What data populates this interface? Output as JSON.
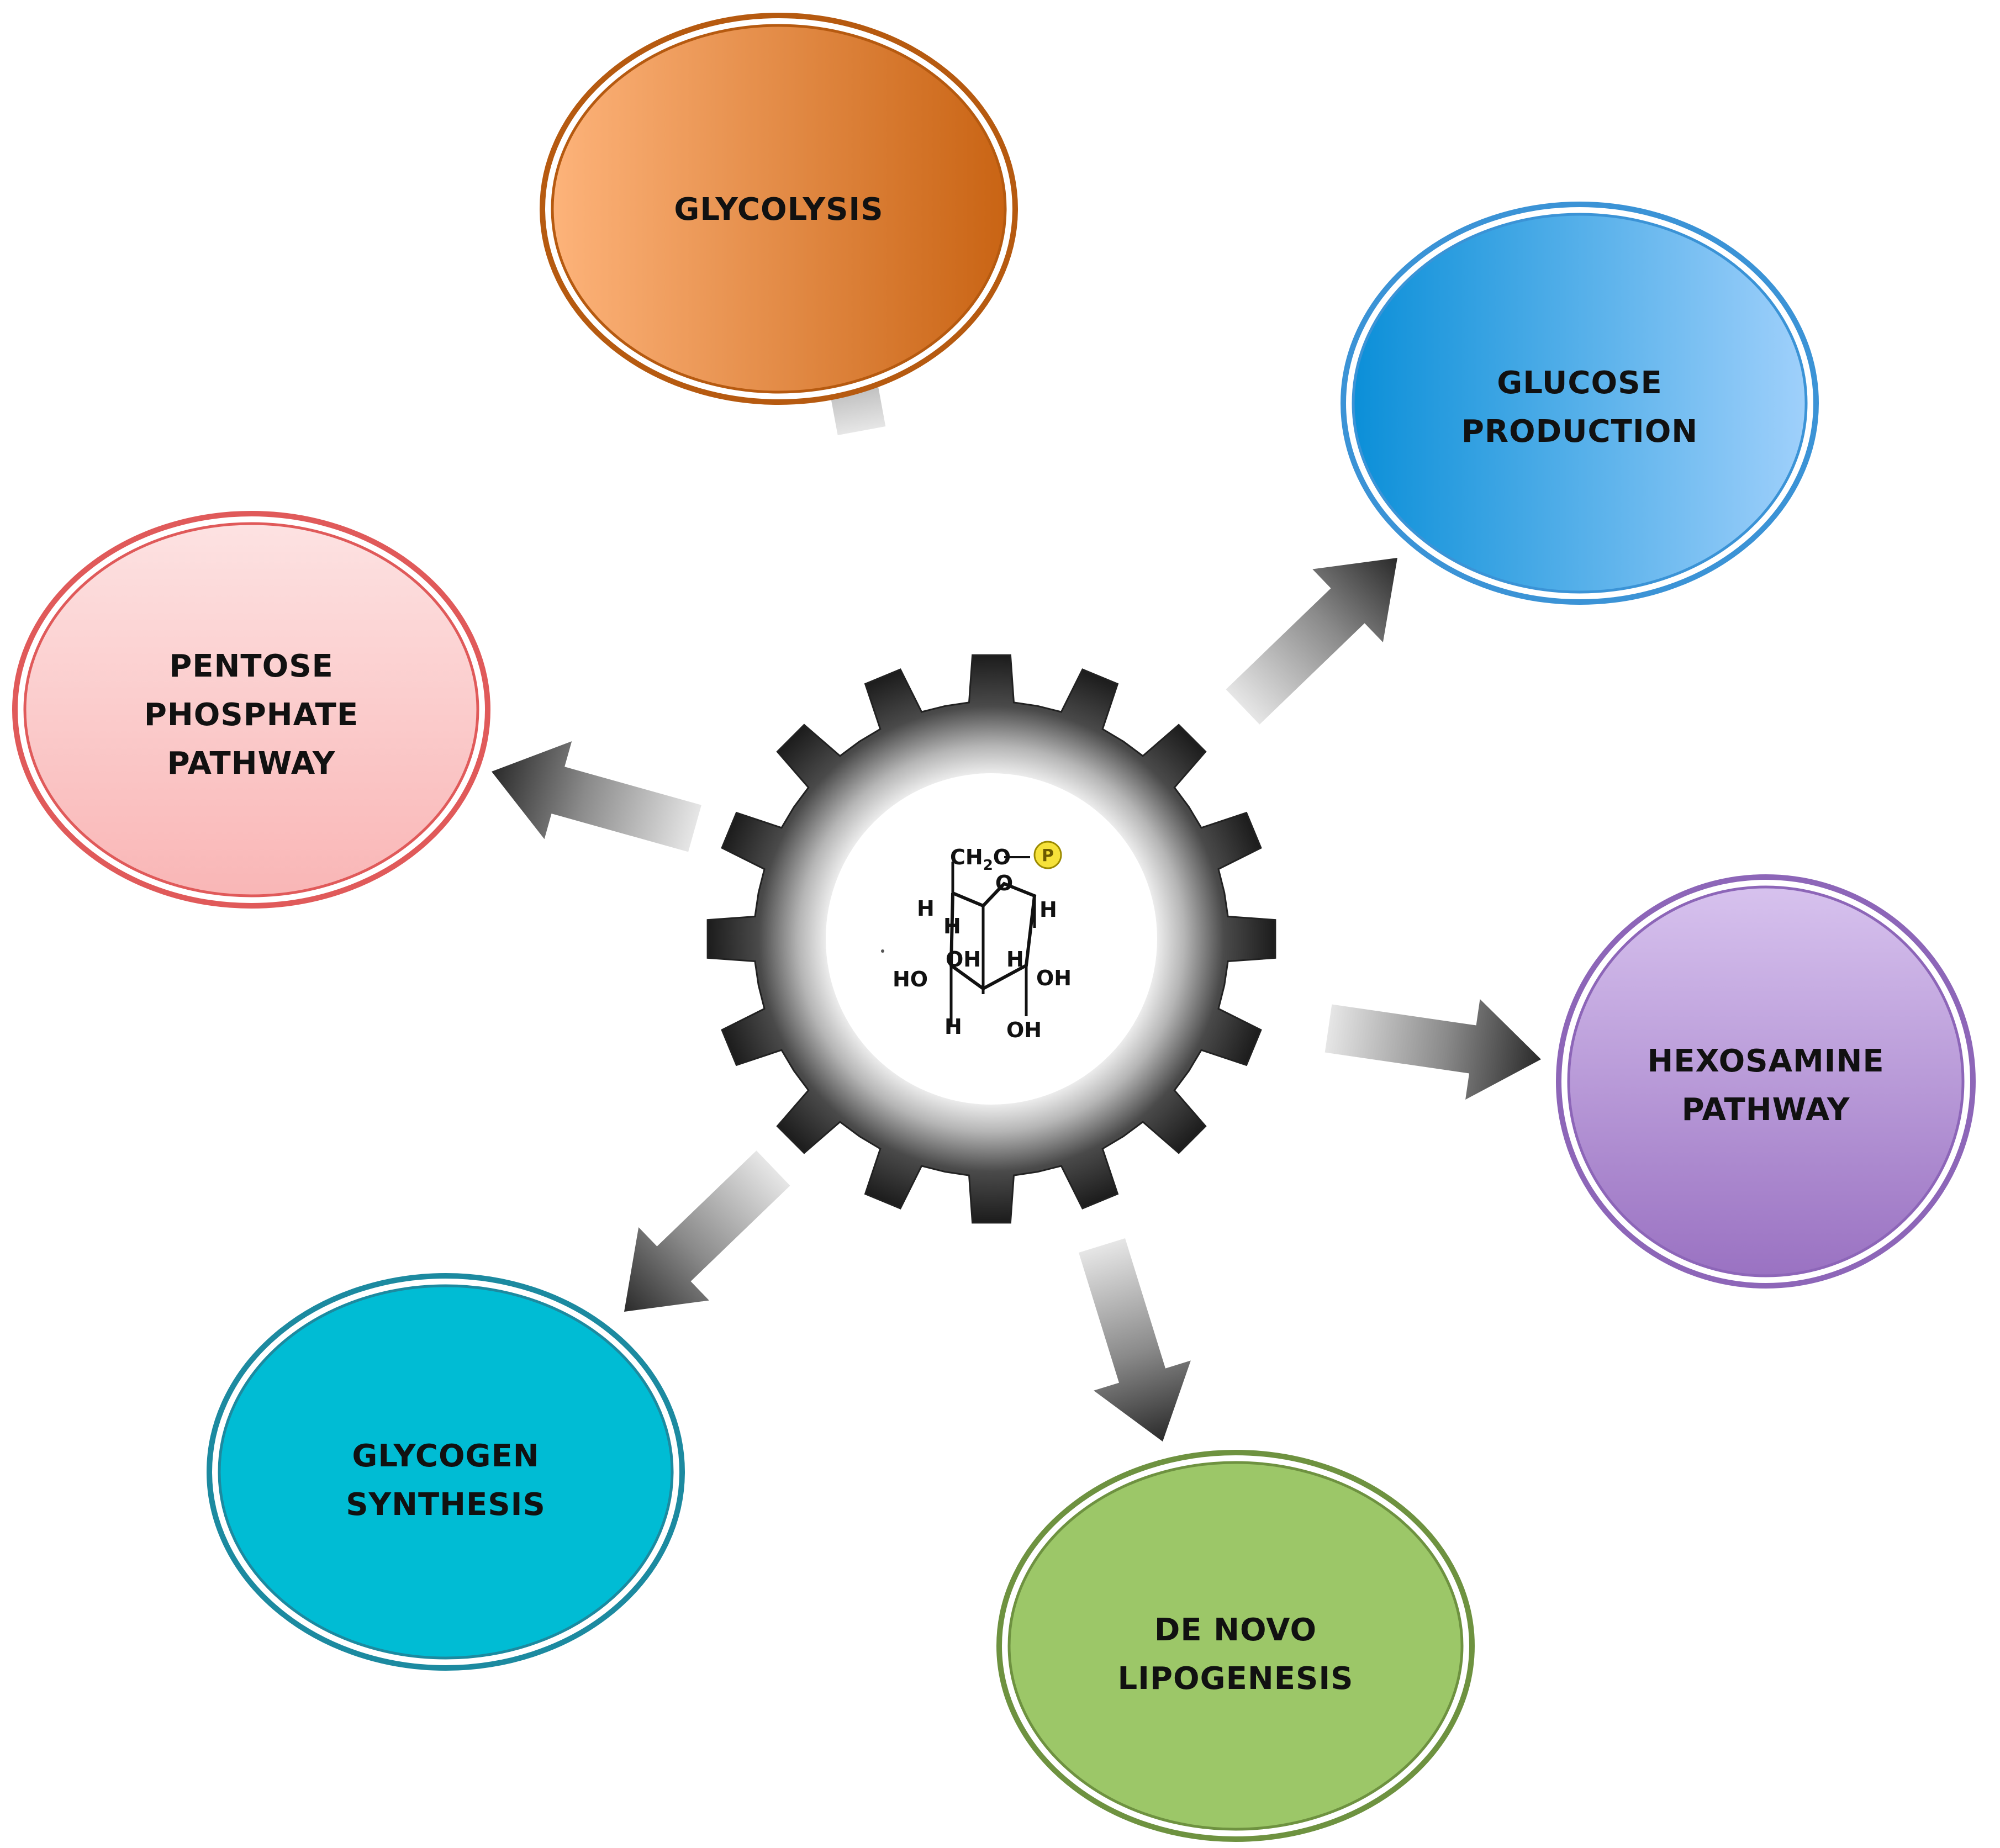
{
  "nodes": [
    {
      "id": "glycolysis",
      "lines": [
        "GLYCOLYSIS"
      ],
      "colors": [
        "#fdb37a",
        "#c96414"
      ],
      "ring": "#b65a10"
    },
    {
      "id": "glucose-production",
      "lines": [
        "GLUCOSE",
        "PRODUCTION"
      ],
      "colors": [
        "#0b8fd8",
        "#9fd0fb"
      ],
      "ring": "#3b93d6"
    },
    {
      "id": "hexosamine-pathway",
      "lines": [
        "HEXOSAMINE",
        "PATHWAY"
      ],
      "colors": [
        "#d7c2ee",
        "#9a72c2"
      ],
      "ring": "#8d66b8"
    },
    {
      "id": "de-novo-lipogenesis",
      "lines": [
        "DE NOVO",
        "LIPOGENESIS"
      ],
      "colors": [
        "#9cc768",
        "#9cc768"
      ],
      "ring": "#6e9240"
    },
    {
      "id": "glycogen-synthesis",
      "lines": [
        "GLYCOGEN",
        "SYNTHESIS"
      ],
      "colors": [
        "#00bcd4",
        "#00bcd4"
      ],
      "ring": "#1c8aa0"
    },
    {
      "id": "pentose-phosphate-pathway",
      "lines": [
        "PENTOSE",
        "PHOSPHATE",
        "PATHWAY"
      ],
      "colors": [
        "#fde2e2",
        "#f9b6b6"
      ],
      "ring": "#e05a5a"
    }
  ],
  "molecule": {
    "ch2o": "CH",
    "sub2": "2",
    "o_link": "O",
    "phosphate": "P",
    "ring_o": "O",
    "h_labels": [
      "H",
      "H",
      "H",
      "H",
      "H"
    ],
    "oh_labels": [
      "OH",
      "OH",
      "OH"
    ],
    "ho_label": "HO"
  }
}
